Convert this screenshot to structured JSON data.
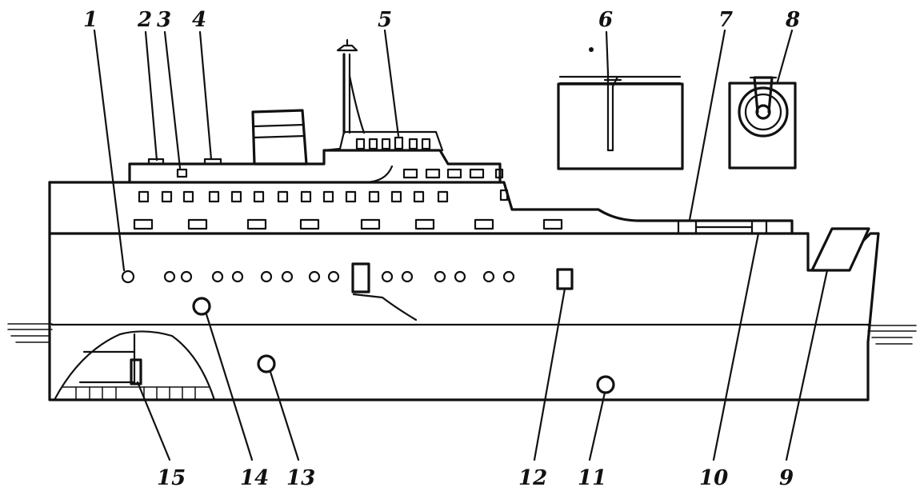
{
  "figure": {
    "callouts": {
      "c1": "1",
      "c2": "2",
      "c3": "3",
      "c4": "4",
      "c5": "5",
      "c6": "6",
      "c7": "7",
      "c8": "8",
      "c9": "9",
      "c10": "10",
      "c11": "11",
      "c12": "12",
      "c13": "13",
      "c14": "14",
      "c15": "15"
    }
  }
}
